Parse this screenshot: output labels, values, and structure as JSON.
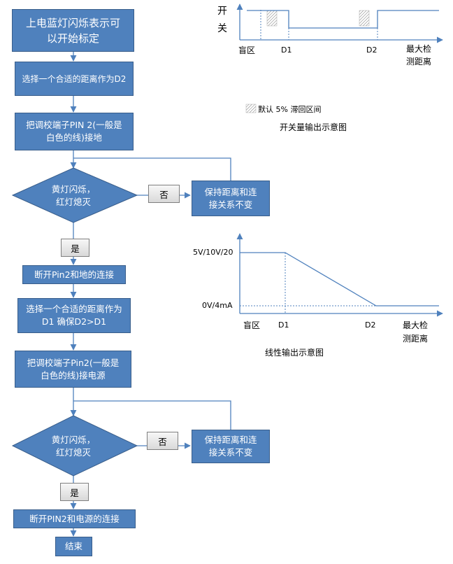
{
  "flowchart": {
    "steps": {
      "start": "上电蓝灯闪烁表示可\n以开始标定",
      "select_d2": "选择一个合适的距离作为D2",
      "pin2_gnd": "把调校端子PIN 2(一般是\n白色的线)接地",
      "disconnect_gnd": "断开Pin2和地的连接",
      "select_d1": "选择一个合适的距离作为\nD1 确保D2>D1",
      "pin2_power": "把调校端子Pin2(一般是\n白色的线)接电源",
      "disconnect_power": "断开PIN2和电源的连接",
      "end": "结束"
    },
    "decision_1": "黄灯闪烁，\n红灯熄灭",
    "decision_2": "黄灯闪烁，\n红灯熄灭",
    "no_label": "否",
    "yes_label": "是",
    "keep_1": "保持距离和连\n接关系不变",
    "keep_2": "保持距离和连\n接关系不变"
  },
  "switch_chart": {
    "y_label_top": "开",
    "y_label_bottom": "关",
    "x_labels": [
      "盲区",
      "D1",
      "D2"
    ],
    "x_label_end_1": "最大检",
    "x_label_end_2": "测距离",
    "legend_text": "默认 5% 滞回区间",
    "caption": "开关量输出示意图"
  },
  "linear_chart": {
    "y_top_label": "5V/10V/20",
    "y_bottom_label": "0V/4mA",
    "x_labels": [
      "盲区",
      "D1",
      "D2"
    ],
    "x_label_end_1": "最大检",
    "x_label_end_2": "测距离",
    "caption": "线性输出示意图"
  }
}
